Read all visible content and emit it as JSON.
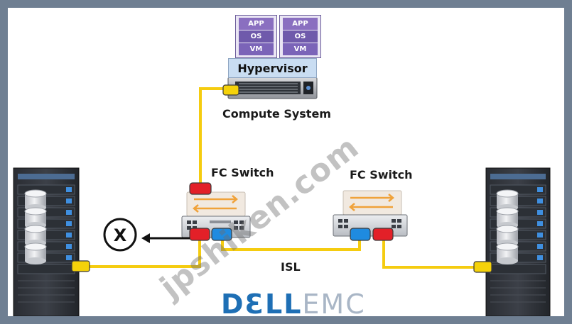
{
  "vm_left": {
    "app": "APP",
    "os": "OS",
    "vm": "VM"
  },
  "vm_right": {
    "app": "APP",
    "os": "OS",
    "vm": "VM"
  },
  "hypervisor_label": "Hypervisor",
  "compute_system_label": "Compute System",
  "fc_switch_left_label": "FC Switch",
  "fc_switch_right_label": "FC Switch",
  "isl_label": "ISL",
  "failure_mark": "X",
  "brand": {
    "part1": "DƐLL",
    "part2": "EMC"
  },
  "watermark": "jpshiken.com",
  "colors": {
    "cable": "#f5cc10",
    "port_red": "#e32028",
    "port_blue": "#1f8be0",
    "port_yellow": "#f5d20a",
    "vm_purple": "#7b64b8",
    "hypervisor_blue": "#c9ddf2",
    "frame": "#6f7f92"
  }
}
